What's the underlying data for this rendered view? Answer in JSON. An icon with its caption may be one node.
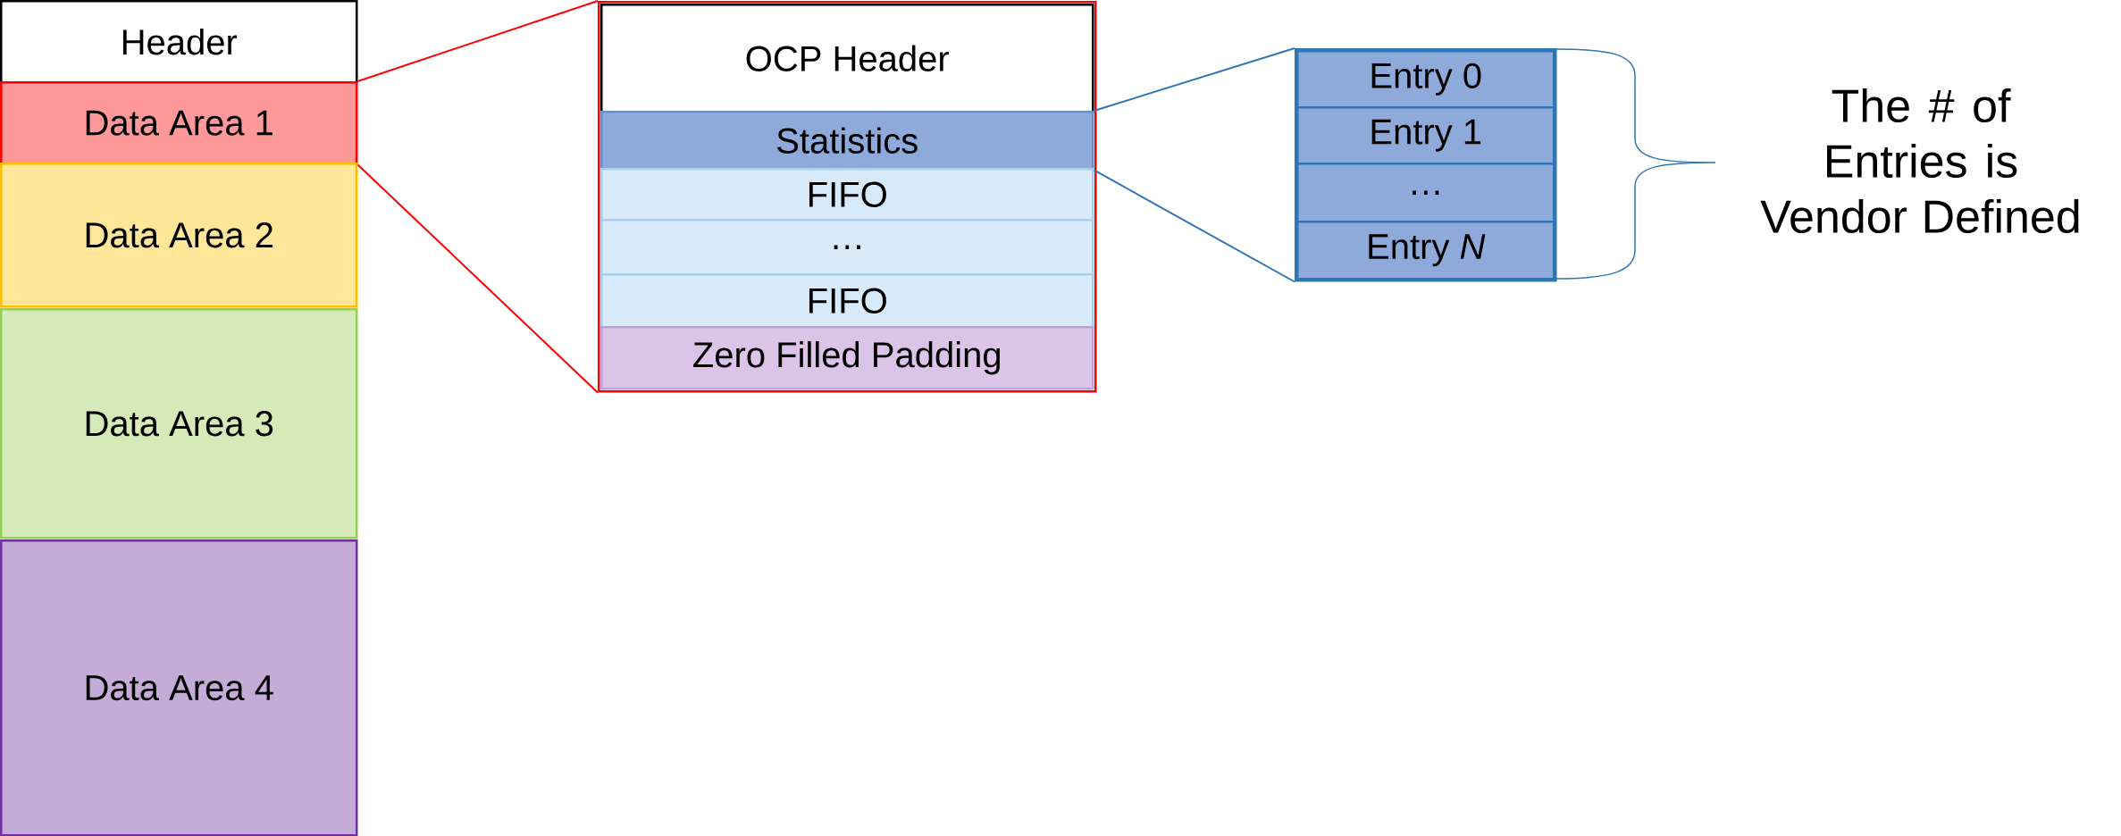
{
  "diagram": {
    "nodes": [
      {
        "text": [
          "Header"
        ]
      },
      {
        "text": [
          "Data Area 1"
        ]
      },
      {
        "text": [
          "Data Area 2"
        ]
      },
      {
        "text": [
          "Data Area 3"
        ]
      },
      {
        "text": [
          "Data Area 4"
        ]
      },
      {
        "text": [],
        "shape": "box"
      },
      {
        "text": [
          "OCP Header"
        ],
        "in": 5
      },
      {
        "text": [
          "Statistics"
        ],
        "in": 5
      },
      {
        "text": [
          "FIFO"
        ],
        "in": 5
      },
      {
        "text": [
          "…"
        ],
        "in": 5
      },
      {
        "text": [
          "FIFO"
        ],
        "in": 5
      },
      {
        "text": [
          "Zero Filled Padding"
        ],
        "in": 5
      },
      {
        "text": [],
        "shape": "box"
      },
      {
        "text": [
          "Entry 0"
        ],
        "in": 12
      },
      {
        "text": [
          "Entry 1"
        ],
        "in": 12
      },
      {
        "text": [
          "…"
        ],
        "in": 12
      },
      {
        "text": [
          "Entry *N*"
        ],
        "in": 12
      }
    ],
    "edges": [
      {
        "from": 1,
        "to": 5,
        "arrow": "none",
        "color": "#ff0000"
      },
      {
        "from": 1,
        "to": 5,
        "arrow": "none",
        "color": "#ff0000"
      },
      {
        "from": 7,
        "to": 12,
        "arrow": "none",
        "color": "#2e75b6"
      },
      {
        "from": 7,
        "to": 12,
        "arrow": "none",
        "color": "#2e75b6"
      }
    ],
    "labels": [
      "The # of Entries is Vendor Defined"
    ]
  }
}
